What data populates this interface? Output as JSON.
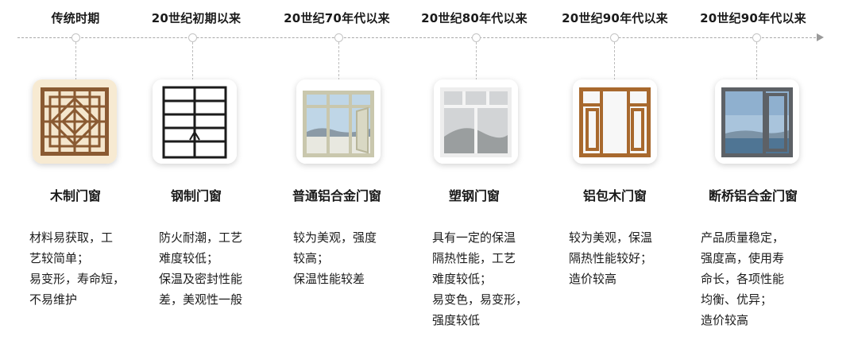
{
  "stages": [
    {
      "period": "传统时期",
      "name": "木制门窗",
      "image_icon": "wooden-lattice-window-icon",
      "desc": [
        "材料易获取，工",
        "艺较简单；",
        "易变形，寿命短，",
        "不易维护"
      ]
    },
    {
      "period": "20世纪初期以来",
      "name": "钢制门窗",
      "image_icon": "steel-window-icon",
      "desc": [
        "防火耐潮，工艺",
        "难度较低；",
        "保温及密封性能",
        "差，美观性一般"
      ]
    },
    {
      "period": "20世纪70年代以来",
      "name": "普通铝合金门窗",
      "image_icon": "aluminum-window-icon",
      "desc": [
        "较为美观，强度",
        "较高；",
        "保温性能较差"
      ]
    },
    {
      "period": "20世纪80年代以来",
      "name": "塑钢门窗",
      "image_icon": "upvc-window-icon",
      "desc": [
        "具有一定的保温",
        "隔热性能，工艺",
        "难度较低；",
        "易变色，易变形，",
        "强度较低"
      ]
    },
    {
      "period": "20世纪90年代以来",
      "name": "铝包木门窗",
      "image_icon": "aluminum-clad-wood-window-icon",
      "desc": [
        "较为美观，保温",
        "隔热性能较好；",
        "造价较高"
      ]
    },
    {
      "period": "20世纪90年代以来",
      "name": "断桥铝合金门窗",
      "image_icon": "thermal-break-aluminum-window-icon",
      "desc": [
        "产品质量稳定，",
        "强度高，使用寿",
        "命长，各项性能",
        "均衡、优异；",
        "造价较高"
      ]
    }
  ]
}
